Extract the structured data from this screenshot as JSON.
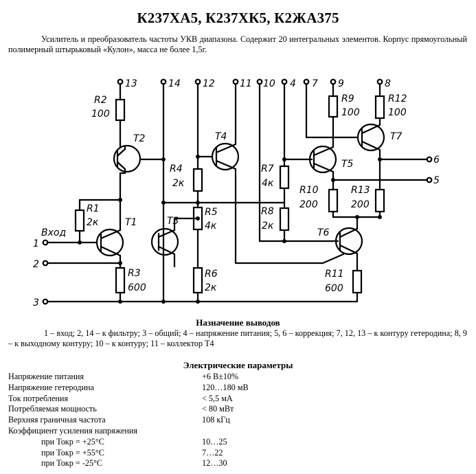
{
  "title": "К237ХА5, К237ХК5, К2ЖА375",
  "description": "Усилитель и преобразователь частоты УКВ диапазона. Содержит 20 интегральных элементов. Корпус прямоугольный полимерный штырьковый «Кулон», масса не более 1,5г.",
  "schematic": {
    "pins": [
      "1",
      "2",
      "3",
      "4",
      "5",
      "6",
      "7",
      "8",
      "9",
      "10",
      "11",
      "12",
      "13",
      "14"
    ],
    "input_label": "Вход",
    "transistors": [
      "T1",
      "T2",
      "T3",
      "T4",
      "T5",
      "T6",
      "T7"
    ],
    "resistors": [
      {
        "name": "R1",
        "value": "2к"
      },
      {
        "name": "R2",
        "value": "100"
      },
      {
        "name": "R3",
        "value": "600"
      },
      {
        "name": "R4",
        "value": "2к"
      },
      {
        "name": "R5",
        "value": "4к"
      },
      {
        "name": "R6",
        "value": "2к"
      },
      {
        "name": "R7",
        "value": "4к"
      },
      {
        "name": "R8",
        "value": "2к"
      },
      {
        "name": "R9",
        "value": "100"
      },
      {
        "name": "R10",
        "value": "200"
      },
      {
        "name": "R11",
        "value": "600"
      },
      {
        "name": "R12",
        "value": "100"
      },
      {
        "name": "R13",
        "value": "200"
      }
    ]
  },
  "pin_assignment": {
    "heading": "Назначение выводов",
    "text": "1 – вход; 2, 14 – к фильтру; 3 – общий; 4 – напряжение питания; 5, 6 – коррекция; 7, 12, 13 – к контуру гетеродина; 8, 9 – к выходному контуру; 10 – к контуру; 11 – коллектор Т4"
  },
  "parameters": {
    "heading": "Электрические параметры",
    "rows": [
      {
        "label": "Напряжение питания",
        "value": "+6 В±10%"
      },
      {
        "label": "Напряжение гетеродина",
        "value": "120…180 мВ"
      },
      {
        "label": "Ток потребления",
        "value": "< 5,5 мА"
      },
      {
        "label": "Потребляемая мощность",
        "value": "< 80 мВт"
      },
      {
        "label": "Верхняя граничная частота",
        "value": "108 кГц"
      },
      {
        "label": "Коэффициент усиления напряжения",
        "value": ""
      }
    ],
    "subrows": [
      {
        "label": "при Токр = +25°С",
        "value": "10…25"
      },
      {
        "label": "при Токр = +55°С",
        "value": "7…22"
      },
      {
        "label": "при Токр = -25°С",
        "value": "12…30"
      }
    ]
  }
}
